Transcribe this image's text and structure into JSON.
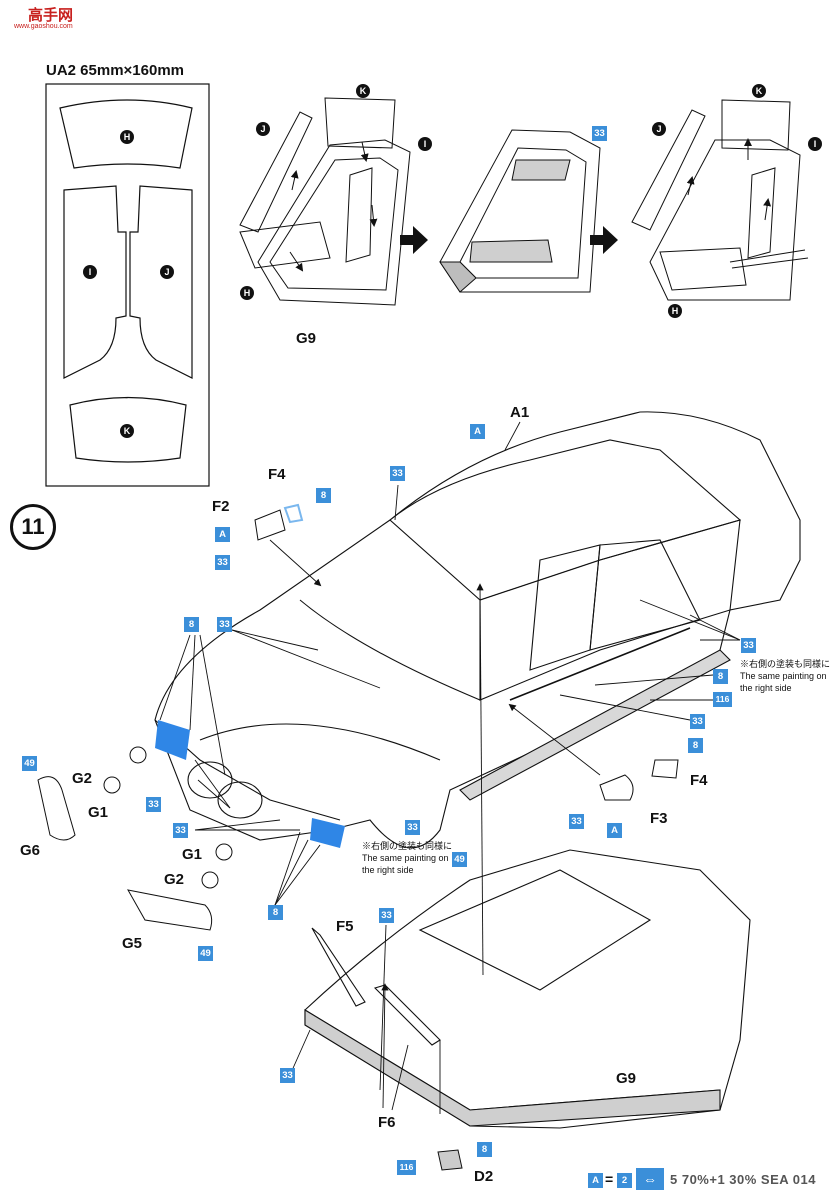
{
  "watermark": {
    "brand": "高手网",
    "sub": "www.gaoshou.com"
  },
  "decal_sheet": {
    "title": "UA2  65mm×160mm",
    "parts": [
      "H",
      "I",
      "J",
      "K"
    ]
  },
  "window_assembly": {
    "markers": {
      "k": "K",
      "j": "J",
      "i": "I",
      "h": "H"
    },
    "part_label": "G9",
    "color_chip": "33"
  },
  "step": {
    "number": "11"
  },
  "labels": {
    "a1": "A1",
    "f4_top": "F4",
    "f2": "F2",
    "g2_left": "G2",
    "g1_left": "G1",
    "g6": "G6",
    "g1_mid": "G1",
    "g2_mid": "G2",
    "g5": "G5",
    "f4_right": "F4",
    "f3": "F3",
    "f5": "F5",
    "g9": "G9",
    "f6": "F6",
    "d2": "D2"
  },
  "chips": {
    "a_roof": "A",
    "c33_pillar": "33",
    "c8_f4": "8",
    "a_f2": "A",
    "c33_f2": "33",
    "c8_front": "8",
    "c33_hood": "33",
    "c49_g6": "49",
    "c33_grille_left": "33",
    "c33_grille_mid": "33",
    "c8_bumper": "8",
    "c49_g5": "49",
    "c33_door_a": "33",
    "c8_door": "8",
    "c116_sill": "116",
    "c33_sill": "33",
    "c8_mirror": "8",
    "c33_mirror": "33",
    "a_mirror": "A",
    "c33_wheel": "33",
    "c49_sill": "49",
    "c33_f6": "33",
    "c33_g9": "33",
    "c8_d2": "8",
    "c116_d2": "116"
  },
  "notes": {
    "right_side_top": [
      "※右側の塗装も同様に",
      "The same painting on",
      "the right side"
    ],
    "right_side_bottom": [
      "※右側の塗装も同様に",
      "The same painting on",
      "the right side"
    ]
  },
  "footer": {
    "chip_a": "A",
    "equals": "=",
    "chip_2": "2",
    "code": "5 70%+1 30% SEA 014"
  },
  "colors": {
    "chip_blue": "#3b8fd9",
    "clear_part_blue": "#7ab7ee",
    "brand_red": "#c8201e"
  }
}
